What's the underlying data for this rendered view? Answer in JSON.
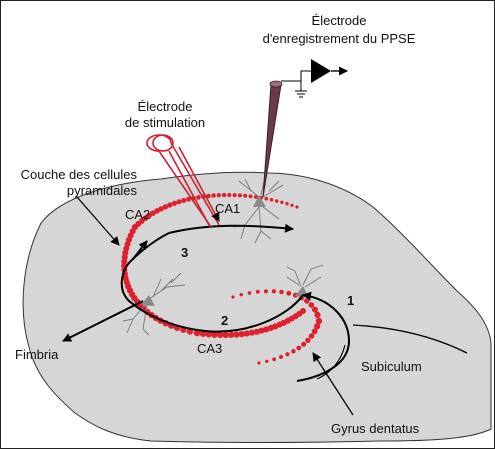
{
  "labels": {
    "recording_electrode_line1": "Électrode",
    "recording_electrode_line2": "d'enregistrement du PPSE",
    "stimulation_electrode_line1": "Électrode",
    "stimulation_electrode_line2": "de stimulation",
    "pyramidal_layer_line1": "Couche des cellules",
    "pyramidal_layer_line2": "pyramidales",
    "ca1": "CA1",
    "ca2": "CA2",
    "ca3": "CA3",
    "fimbria": "Fimbria",
    "subiculum": "Subiculum",
    "gyrus_dentatus": "Gyrus dentatus"
  },
  "pathway_numbers": [
    "1",
    "2",
    "3"
  ],
  "colors": {
    "tissue": "#d6d6d6",
    "cell_dots": "#e0202e",
    "stim_electrode": "#cc2233",
    "rec_electrode": "#6b3a48",
    "soma": "#8a8a8a"
  }
}
